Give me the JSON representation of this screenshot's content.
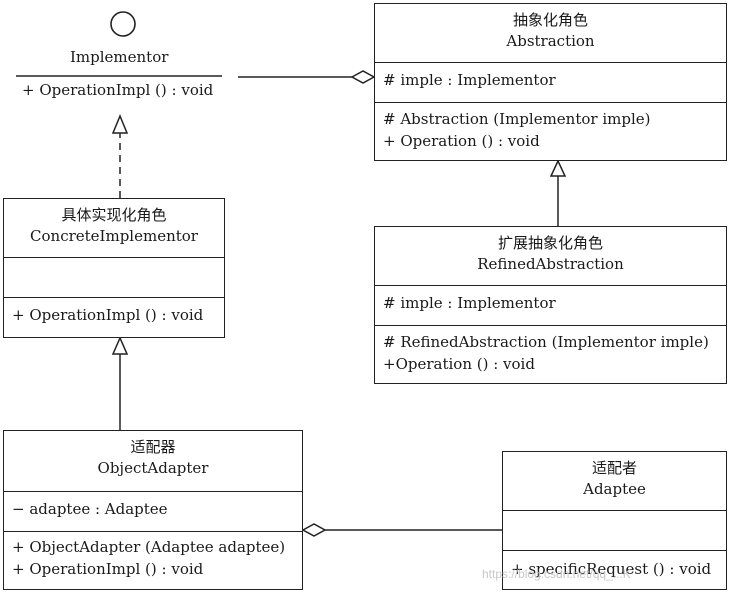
{
  "implementor": {
    "name": "Implementor",
    "operation": "+ OperationImpl () : void"
  },
  "abstraction": {
    "name_zh": "抽象化角色",
    "name_en": "Abstraction",
    "attr": "# imple : Implementor",
    "ops": [
      "# Abstraction (Implementor imple)",
      "+ Operation () : void"
    ]
  },
  "concrete_implementor": {
    "name_zh": "具体实现化角色",
    "name_en": "ConcreteImplementor",
    "ops": [
      "+ OperationImpl () : void"
    ]
  },
  "refined_abstraction": {
    "name_zh": "扩展抽象化角色",
    "name_en": "RefinedAbstraction",
    "attr": "# imple : Implementor",
    "ops": [
      "# RefinedAbstraction (Implementor imple)",
      "+Operation () : void"
    ]
  },
  "object_adapter": {
    "name_zh": "适配器",
    "name_en": "ObjectAdapter",
    "attr": "− adaptee : Adaptee",
    "ops": [
      "+ ObjectAdapter (Adaptee adaptee)",
      "+ OperationImpl () : void"
    ]
  },
  "adaptee": {
    "name_zh": "适配者",
    "name_en": "Adaptee",
    "ops": [
      "+ specificRequest () : void"
    ]
  },
  "watermark": "https://blog.csdn.net/qq_...K"
}
